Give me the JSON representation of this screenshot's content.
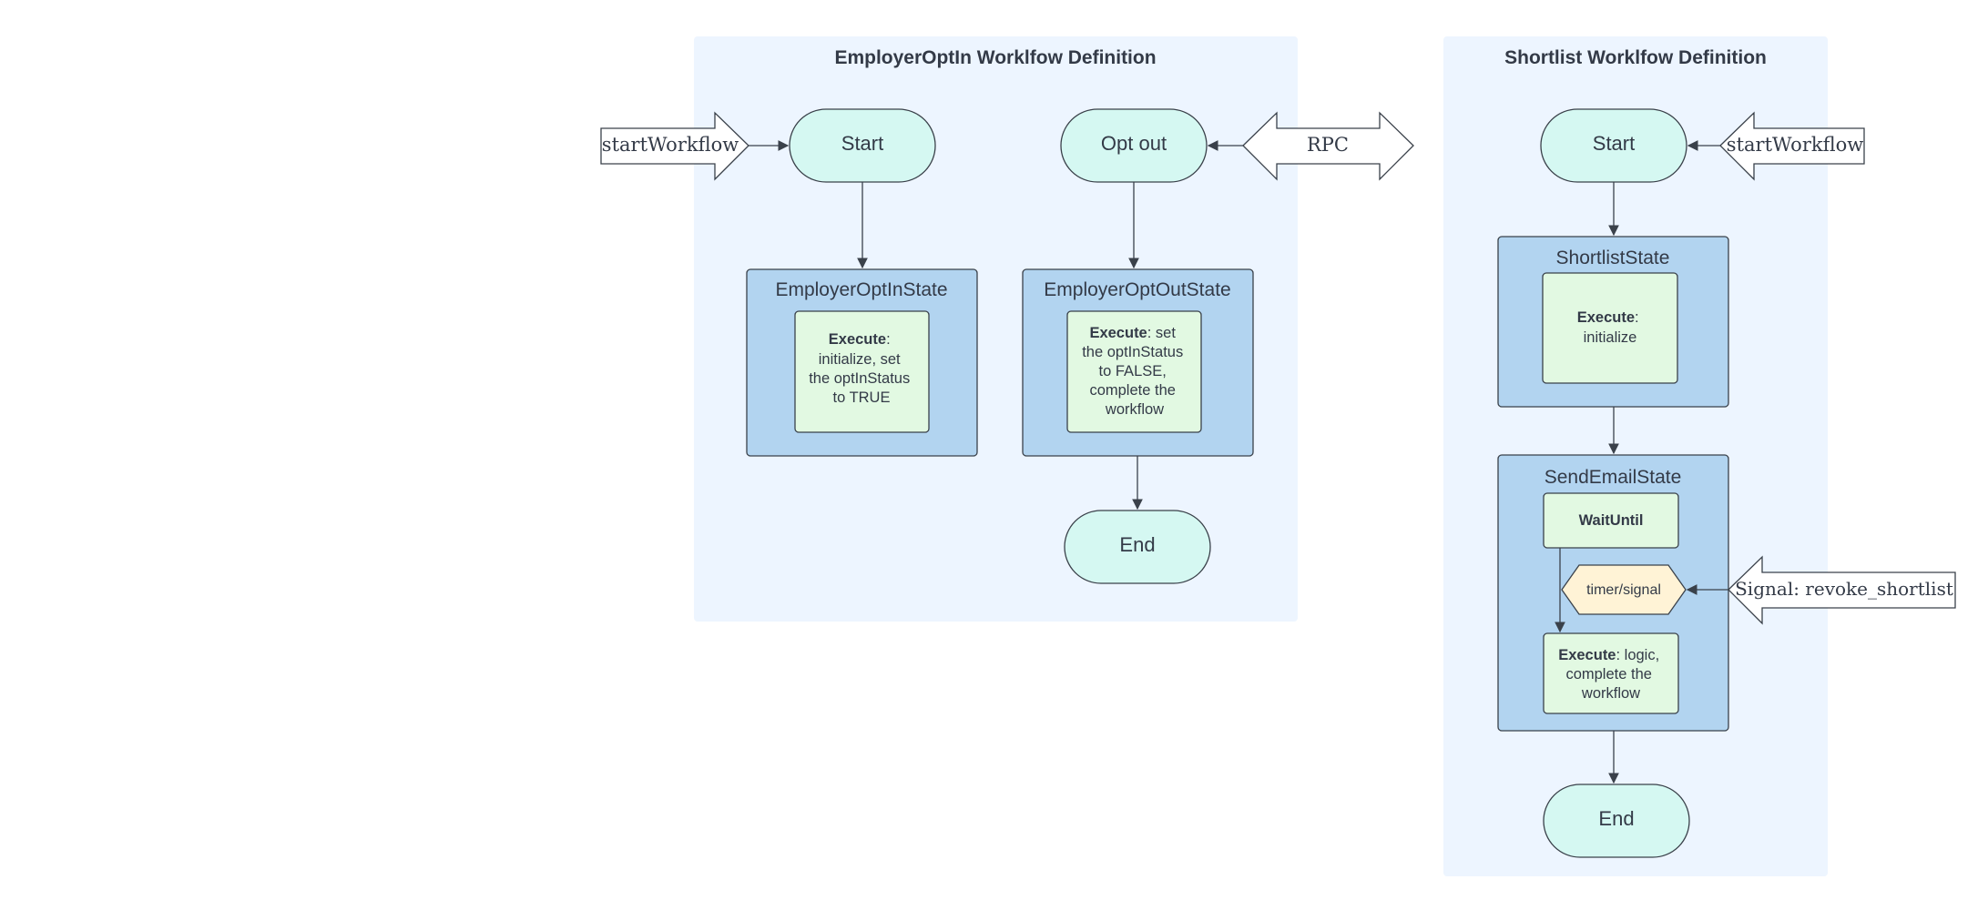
{
  "diagram": {
    "employer_workflow": {
      "title": "EmployerOptIn Worklfow Definition",
      "start_trigger": "startWorkflow",
      "start": "Start",
      "optout": "Opt out",
      "rpc_trigger": "RPC",
      "optin_state": {
        "title": "EmployerOptInState",
        "execute_label": "Execute",
        "execute_text_lines": [
          ": ",
          "initialize, set",
          "the optInStatus",
          "to TRUE"
        ]
      },
      "optout_state": {
        "title": "EmployerOptOutState",
        "execute_label": "Execute",
        "execute_text_lines": [
          ": set",
          "the optInStatus",
          "to FALSE,",
          "complete the",
          "workflow"
        ]
      },
      "end": "End"
    },
    "shortlist_workflow": {
      "title": "Shortlist Worklfow Definition",
      "start_trigger": "startWorkflow",
      "start": "Start",
      "shortlist_state": {
        "title": "ShortlistState",
        "execute_label": "Execute",
        "execute_text_lines": [
          ":",
          "initialize"
        ]
      },
      "sendemail_state": {
        "title": "SendEmailState",
        "waituntil": "WaitUntil",
        "timer_signal": "timer/signal",
        "execute_label": "Execute",
        "execute_text_lines": [
          ": logic,",
          "complete the",
          "workflow"
        ]
      },
      "signal_trigger": "Signal: revoke_shortlist",
      "end": "End"
    }
  },
  "colors": {
    "container_bg": "#edf5ff",
    "state_bg": "#b2d4f0",
    "execute_bg": "#e2f9e2",
    "terminal_bg": "#d5f8f2",
    "hexagon_bg": "#fff3d6",
    "stroke": "#3a414a"
  }
}
